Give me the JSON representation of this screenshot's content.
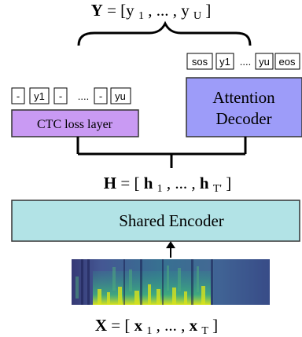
{
  "output_label": {
    "lhs": "Y",
    "eq_open": "= [y",
    "sub1": "1",
    "mid": ", ... , y",
    "subU": "U",
    "close": "]"
  },
  "attention_tokens": [
    "sos",
    "y1",
    "....",
    "yu",
    "eos"
  ],
  "ctc_tokens": [
    "-",
    "y1",
    "-",
    "....",
    "-",
    "yu"
  ],
  "ctc_box": {
    "label": "CTC loss layer"
  },
  "attention_box": {
    "line1": "Attention",
    "line2": "Decoder"
  },
  "hidden_label": {
    "lhs": "H",
    "eq_open": "= [ ",
    "h": "h",
    "sub1": "1",
    "mid": ", ... , ",
    "h2": "h",
    "subT": "T'",
    "close": " ]"
  },
  "encoder_box": {
    "label": "Shared Encoder"
  },
  "input_label": {
    "lhs": "X",
    "eq_open": "= [ ",
    "x": "x",
    "sub1": "1",
    "mid": ", ... , ",
    "x2": "x",
    "subT": "T",
    "close": " ]"
  },
  "colors": {
    "ctc_fill": "#c99af3",
    "attention_fill": "#9d9cf9",
    "encoder_fill": "#b2e3e6",
    "box_stroke": "#333333"
  }
}
